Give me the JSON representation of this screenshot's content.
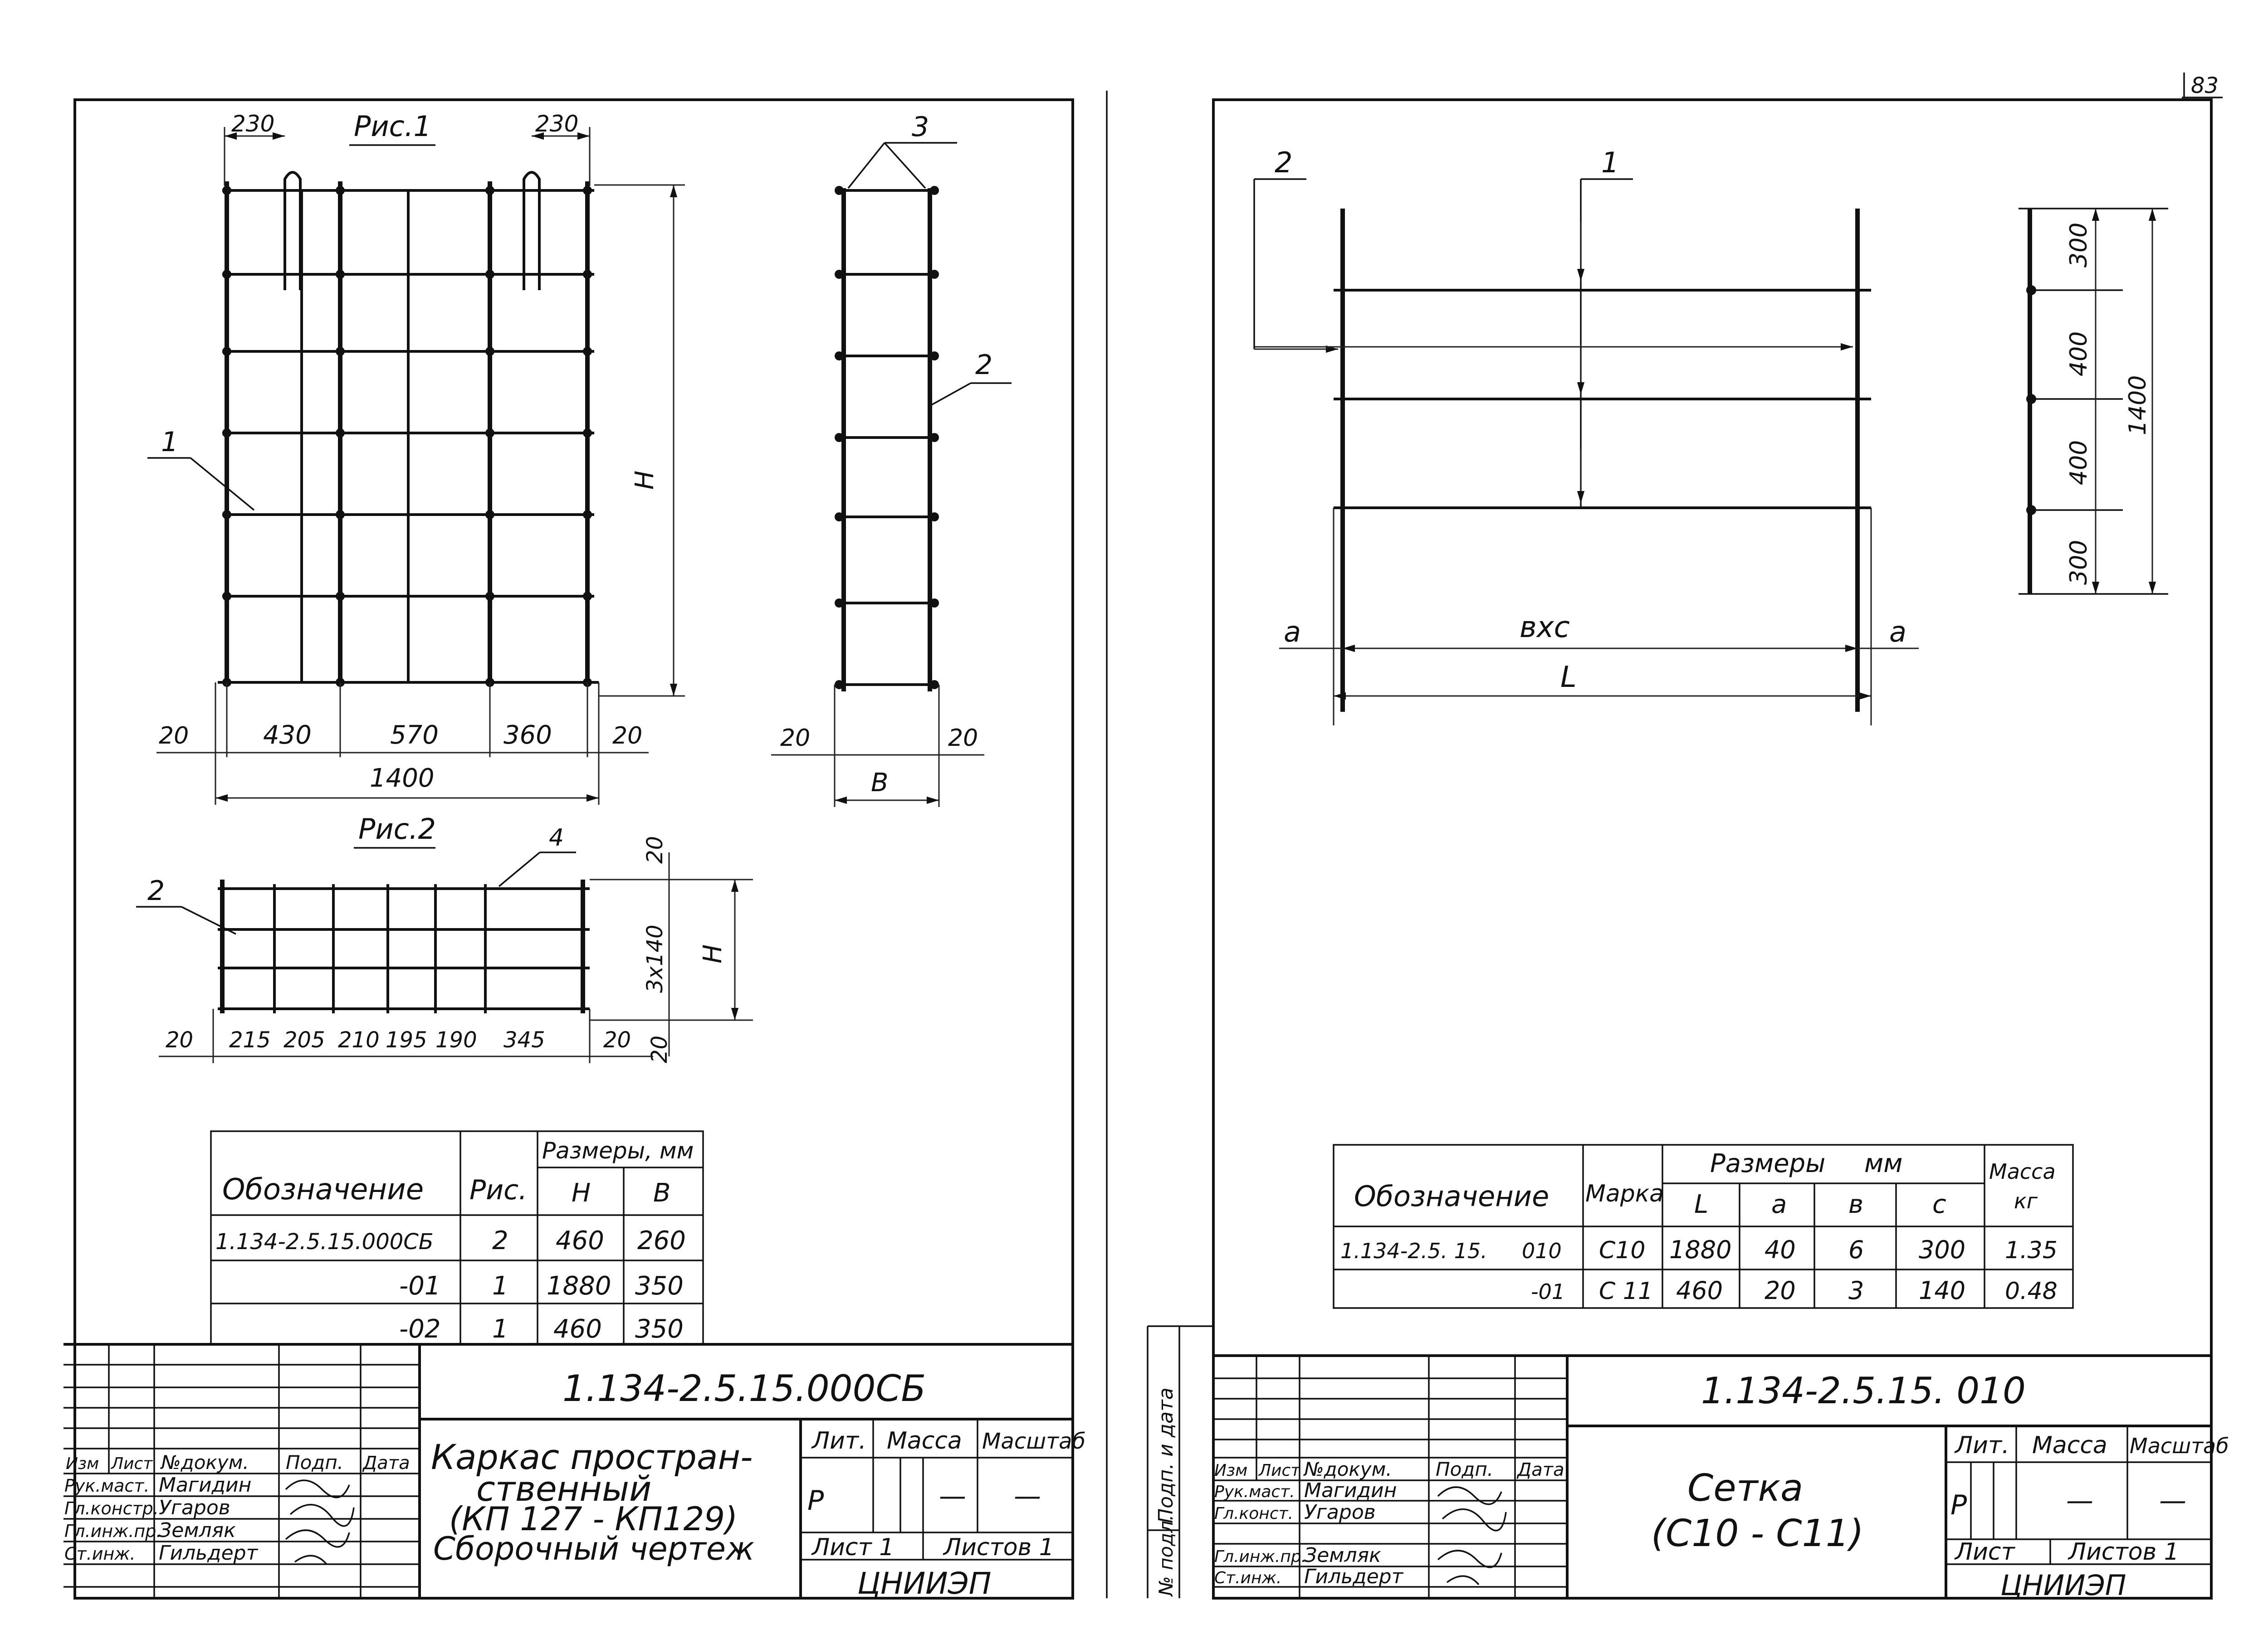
{
  "page_number": "83",
  "left_sheet": {
    "fig1_title": "Рис.1",
    "fig2_title": "Рис.2",
    "fig1": {
      "top_dims": [
        "230",
        "230"
      ],
      "callouts": [
        "1",
        "2",
        "3"
      ],
      "height_label": "H",
      "bottom_dims": [
        "20",
        "430",
        "570",
        "360",
        "20"
      ],
      "total_width": "1400",
      "side_dims": [
        "20",
        "20"
      ],
      "side_width_label": "B"
    },
    "fig2": {
      "callouts": [
        "2",
        "4"
      ],
      "bottom_dims": [
        "20",
        "215",
        "205",
        "210",
        "195",
        "190",
        "345",
        "20"
      ],
      "right_dims": [
        "20",
        "3x140",
        "20"
      ],
      "height_label": "H"
    },
    "table": {
      "col_designation": "Обозначение",
      "col_fig": "Рис.",
      "col_sizes": "Размеры, мм",
      "col_h": "H",
      "col_b": "B",
      "rows": [
        {
          "designation": "1.134-2.5.15.000СБ",
          "fig": "2",
          "h": "460",
          "b": "260"
        },
        {
          "designation": "-01",
          "fig": "1",
          "h": "1880",
          "b": "350"
        },
        {
          "designation": "-02",
          "fig": "1",
          "h": "460",
          "b": "350"
        }
      ]
    },
    "title_block": {
      "code": "1.134-2.5.15.000СБ",
      "name_line1": "Каркас простран-",
      "name_line2": "ственный",
      "name_line3": "(КП 127 - КП129)",
      "name_line4": "Сборочный чертеж",
      "head_izm": "Изм",
      "head_list": "Лист",
      "head_doc": "№докум.",
      "head_sign": "Подп.",
      "head_date": "Дата",
      "roles": [
        {
          "role": "Рук.маст.",
          "name": "Магидин"
        },
        {
          "role": "Гл.констр.",
          "name": "Угаров"
        },
        {
          "role": "Гл.инж.пр.",
          "name": "Земляк"
        },
        {
          "role": "Ст.инж.",
          "name": "Гильдерт"
        }
      ],
      "lit_label": "Лит.",
      "mass_label": "Масса",
      "scale_label": "Масштаб",
      "lit_value": "Р",
      "mass_value": "—",
      "scale_value": "—",
      "sheet": "Лист 1",
      "sheets": "Листов 1",
      "org": "ЦНИИЭП"
    }
  },
  "right_sheet": {
    "fig_callouts": [
      "1",
      "2"
    ],
    "dim_a_left": "a",
    "dim_a_right": "a",
    "dim_bxc": "вхс",
    "dim_l": "L",
    "side_dims": [
      "300",
      "400",
      "400",
      "300"
    ],
    "side_total": "1400",
    "table": {
      "col_designation": "Обозначение",
      "col_mark": "Марка",
      "col_sizes": "Размеры",
      "col_units": "мм",
      "col_l": "L",
      "col_a": "a",
      "col_v": "в",
      "col_c": "c",
      "col_mass": "Масса",
      "col_mass_unit": "кг",
      "rows": [
        {
          "designation": "1.134-2.5. 15.",
          "suffix": "010",
          "mark": "С10",
          "l": "1880",
          "a": "40",
          "v": "6",
          "c": "300",
          "mass": "1.35"
        },
        {
          "designation": "",
          "suffix": "-01",
          "mark": "С 11",
          "l": "460",
          "a": "20",
          "v": "3",
          "c": "140",
          "mass": "0.48"
        }
      ]
    },
    "side_stamp_1": "Подп. и дата",
    "side_stamp_2": "№ подл.",
    "title_block": {
      "code": "1.134-2.5.15. 010",
      "name_line1": "Сетка",
      "name_line2": "(С10 - С11)",
      "head_izm": "Изм",
      "head_list": "Лист",
      "head_doc": "№докум.",
      "head_sign": "Подп.",
      "head_date": "Дата",
      "roles": [
        {
          "role": "Рук.маст.",
          "name": "Магидин"
        },
        {
          "role": "Гл.конст.",
          "name": "Угаров"
        },
        {
          "role": "Гл.инж.пр.",
          "name": "Земляк"
        },
        {
          "role": "Ст.инж.",
          "name": "Гильдерт"
        }
      ],
      "lit_label": "Лит.",
      "mass_label": "Масса",
      "scale_label": "Масштаб",
      "lit_value": "Р",
      "mass_value": "—",
      "scale_value": "—",
      "sheet": "Лист",
      "sheets": "Листов 1",
      "org": "ЦНИИЭП"
    }
  }
}
